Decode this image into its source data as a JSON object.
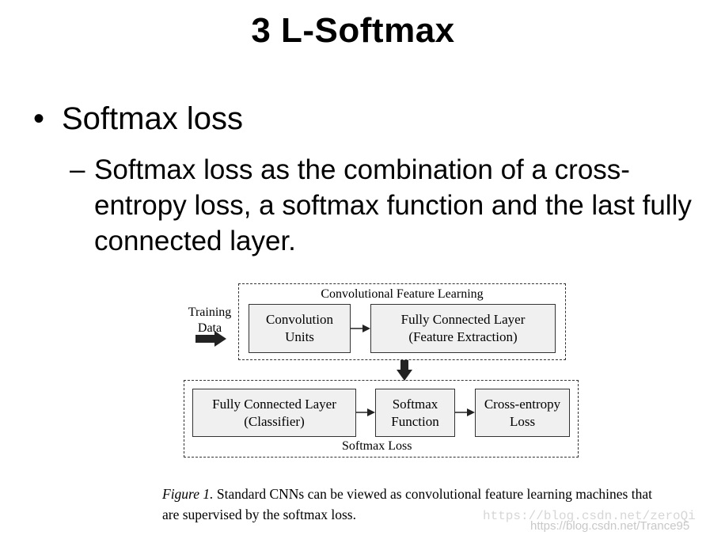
{
  "slide": {
    "title": "3 L-Softmax",
    "bullet_symbol": "•",
    "bullet": "Softmax loss",
    "sub_dash": "–",
    "sub_bullet": "Softmax loss as the combination of a cross-entropy loss, a softmax function and the last fully connected layer."
  },
  "figure": {
    "input_label_line1": "Training",
    "input_label_line2": "Data",
    "group_top_label": "Convolutional Feature Learning",
    "group_bottom_label": "Softmax Loss",
    "boxes": {
      "conv_line1": "Convolution",
      "conv_line2": "Units",
      "fc_extract_line1": "Fully Connected Layer",
      "fc_extract_line2": "(Feature Extraction)",
      "fc_class_line1": "Fully Connected Layer",
      "fc_class_line2": "(Classifier)",
      "softmax_line1": "Softmax",
      "softmax_line2": "Function",
      "ce_line1": "Cross-entropy",
      "ce_line2": "Loss"
    },
    "caption_label": "Figure 1.",
    "caption_text": " Standard CNNs can be viewed as convolutional feature learning machines that are supervised by the softmax loss."
  },
  "watermarks": {
    "line1": "https://blog.csdn.net/zeroQi",
    "line2": "https://blog.csdn.net/Trance95"
  }
}
